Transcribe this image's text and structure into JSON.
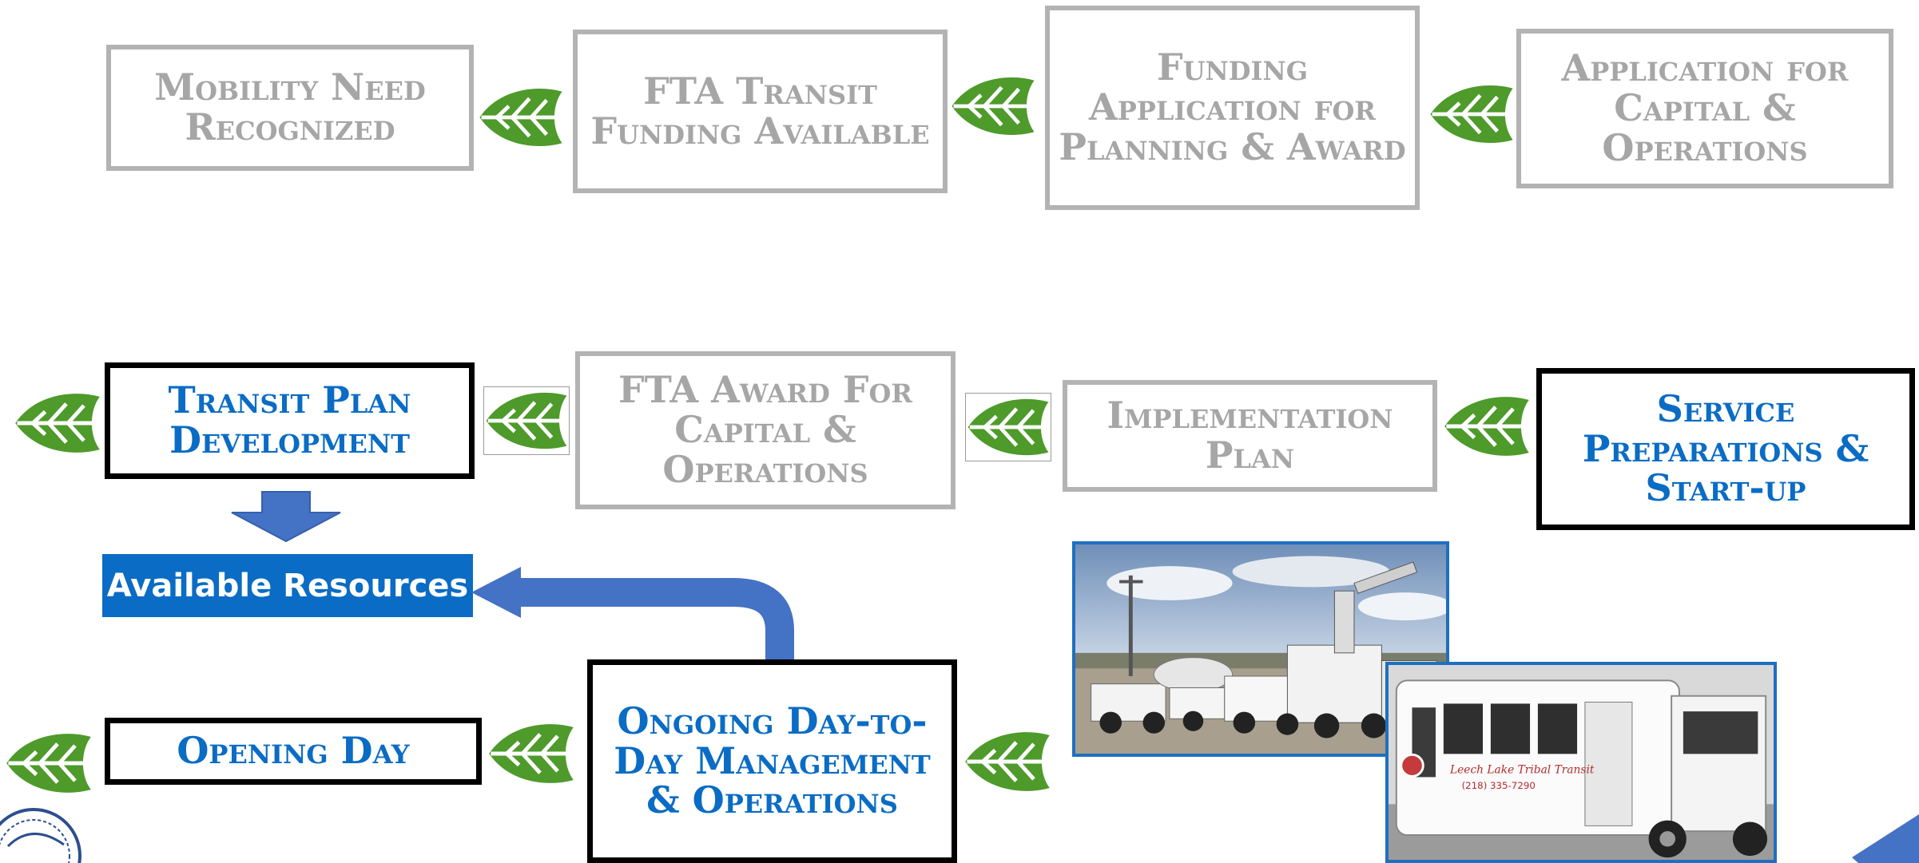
{
  "colors": {
    "leaf": "#4e9a2b",
    "accent_blue": "#0a6cc4",
    "arrow_blue": "#4472c4",
    "inactive": "#a6a6a6"
  },
  "steps": {
    "mobility_need": "Mobility Need Recognized",
    "fta_funding": "FTA Transit Funding Available",
    "funding_application": "Funding Application for Planning & Award",
    "application_capital": "Application for Capital & Operations",
    "transit_plan": "Transit Plan Development",
    "fta_award": "FTA Award For Capital & Operations",
    "implementation_plan": "Implementation Plan",
    "service_preparations": "Service Preparations & Start-up",
    "opening_day": "Opening Day",
    "ongoing_management": "Ongoing Day-to-Day Management & Operations"
  },
  "available_resources": "Available Resources",
  "icons": {
    "connector": "leaf-arrow-icon",
    "down_arrow": "arrow-down-icon",
    "loop_arrow": "loop-arrow-icon"
  },
  "photos": {
    "fleet_trucks": {
      "alt": "service trucks photo"
    },
    "bus": {
      "alt": "tribal transit bus photo",
      "bus_text": "Leech Lake Tribal Transit",
      "bus_phone": "(218) 335-7290"
    }
  }
}
